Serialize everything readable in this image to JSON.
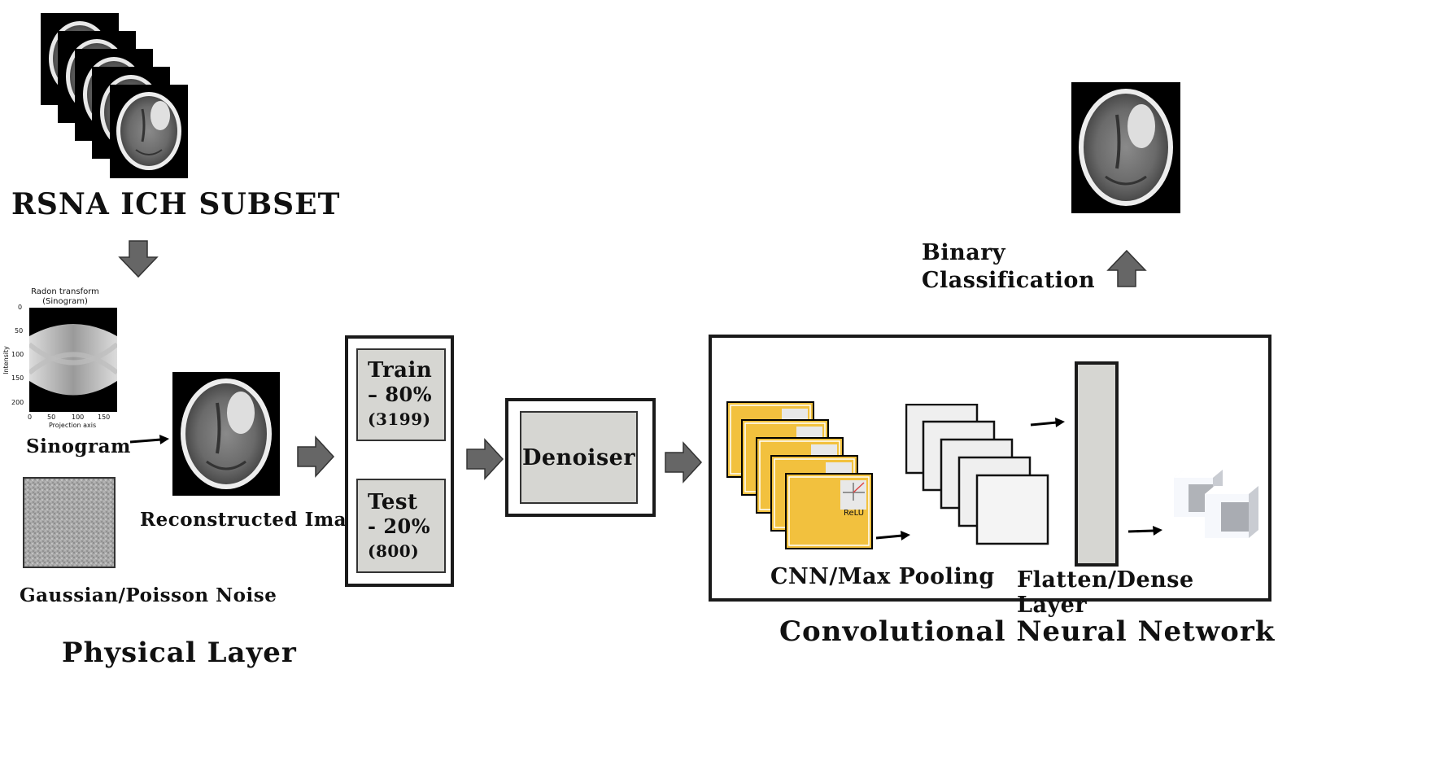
{
  "dataset": {
    "label": "RSNA ICH SUBSET"
  },
  "sinogram": {
    "plot_title_line1": "Radon transform",
    "plot_title_line2": "(Sinogram)",
    "ylabel": "Intensity",
    "xlabel": "Projection axis",
    "yticks": [
      "0",
      "50",
      "100",
      "150",
      "200"
    ],
    "xticks": [
      "0",
      "50",
      "100",
      "150"
    ],
    "label": "Sinogram"
  },
  "noise": {
    "label": "Gaussian/Poisson Noise"
  },
  "reconstructed": {
    "label": "Reconstructed Image"
  },
  "physical_layer": {
    "label": "Physical Layer"
  },
  "split": {
    "train": {
      "line1": "Train",
      "line2": "– 80%",
      "count": "(3199)"
    },
    "test": {
      "line1": "Test",
      "line2": "- 20%",
      "count": "(800)"
    }
  },
  "denoiser": {
    "label": "Denoiser"
  },
  "cnn": {
    "relu_label": "ReLU",
    "pooling_label": "CNN/Max Pooling",
    "dense_label": "Flatten/Dense Layer",
    "section_label": "Convolutional Neural Network",
    "feature_color": "#f2c13e"
  },
  "output": {
    "label_line1": "Binary",
    "label_line2": "Classification"
  },
  "colors": {
    "arrow": "#666666",
    "panel": "#d6d6d2",
    "border": "#1a1a1a"
  }
}
